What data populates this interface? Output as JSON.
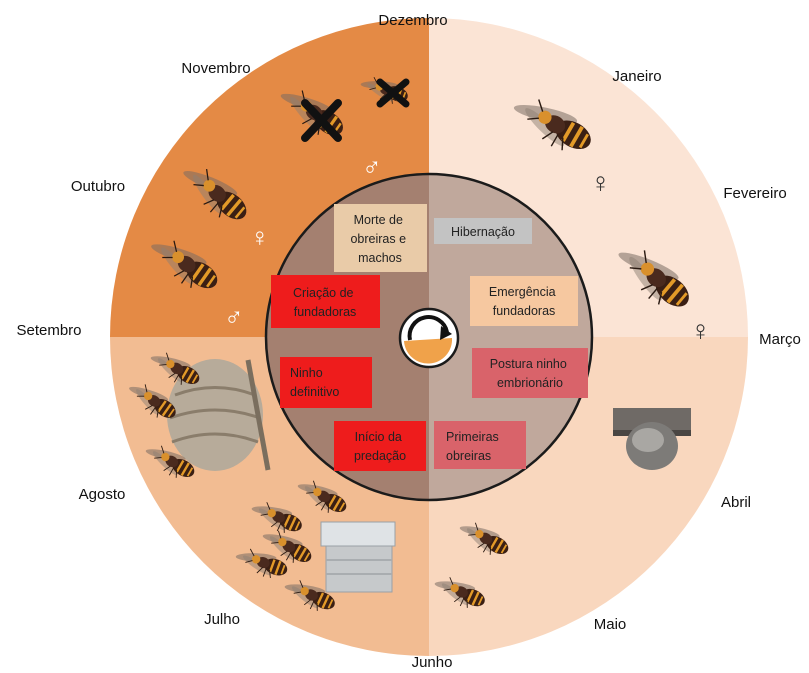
{
  "months": {
    "dezembro": "Dezembro",
    "janeiro": "Janeiro",
    "fevereiro": "Fevereiro",
    "marco": "Março",
    "abril": "Abril",
    "maio": "Maio",
    "junho": "Junho",
    "julho": "Julho",
    "agosto": "Agosto",
    "setembro": "Setembro",
    "outubro": "Outubro",
    "novembro": "Novembro"
  },
  "phases": {
    "morte": [
      "Morte de",
      "obreiras e",
      "machos"
    ],
    "hibernacao": [
      "Hibernação"
    ],
    "emergencia": [
      "Emergência",
      "fundadoras"
    ],
    "postura": [
      "Postura ninho",
      "embrionário"
    ],
    "primeiras": [
      "Primeiras",
      "obreiras"
    ],
    "inicio": [
      "Início  da",
      "predação"
    ],
    "ninho": [
      "Ninho",
      "definitivo"
    ],
    "criacao": [
      "Criação de",
      "fundadoras"
    ]
  },
  "symbols": {
    "female": "♀",
    "male": "♂"
  },
  "colors": {
    "quadrant_top_left": "#e48a45",
    "quadrant_top_right": "#fbe4d5",
    "quadrant_bottom_right": "#f9d7be",
    "quadrant_bottom_left": "#f2bc92",
    "inner_disc_dark": "#a48070",
    "inner_disc_light": "#c0a89c",
    "box_red": "#ee1c1c",
    "box_tan": "#e9cba8",
    "box_gray": "#c3c3c3",
    "box_peach": "#f6c8a0",
    "box_rose": "#d9636a"
  },
  "icons": [
    "hornet-icon",
    "cross-mark-icon",
    "female-symbol-icon",
    "male-symbol-icon",
    "nest-icon",
    "beehive-icon",
    "embryonic-nest-icon",
    "cycle-arrow-icon"
  ]
}
